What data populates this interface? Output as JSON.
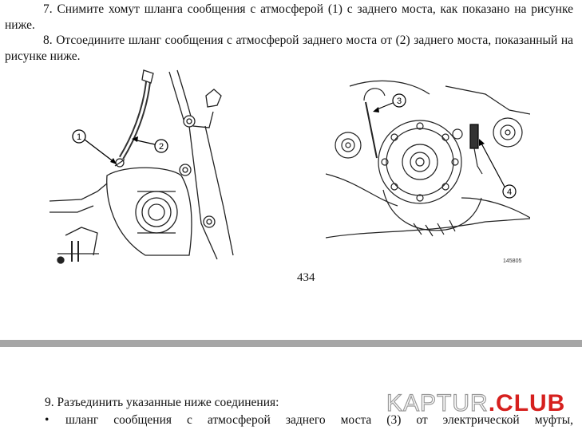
{
  "paragraphs": {
    "step7": "7. Снимите хомут шланга сообщения с атмосферой (1) с заднего моста, как показано на рисунке ниже.",
    "step8": "8. Отсоедините шланг сообщения с атмосферой заднего моста от (2) заднего моста, показанный на рисунке ниже."
  },
  "figure_left": {
    "callouts": [
      "1",
      "2"
    ]
  },
  "figure_right": {
    "callouts": [
      "3",
      "4"
    ],
    "code": "145805"
  },
  "page_number": "434",
  "next_page": {
    "step9": "9. Разъединить указанные ниже соединения:",
    "bullet_symbol": "•",
    "bullet1": "шланг сообщения с атмосферой заднего моста (3) от электрической муфты,"
  },
  "watermark": {
    "part1": "KAPTUR",
    "part2": ".CLUB"
  }
}
